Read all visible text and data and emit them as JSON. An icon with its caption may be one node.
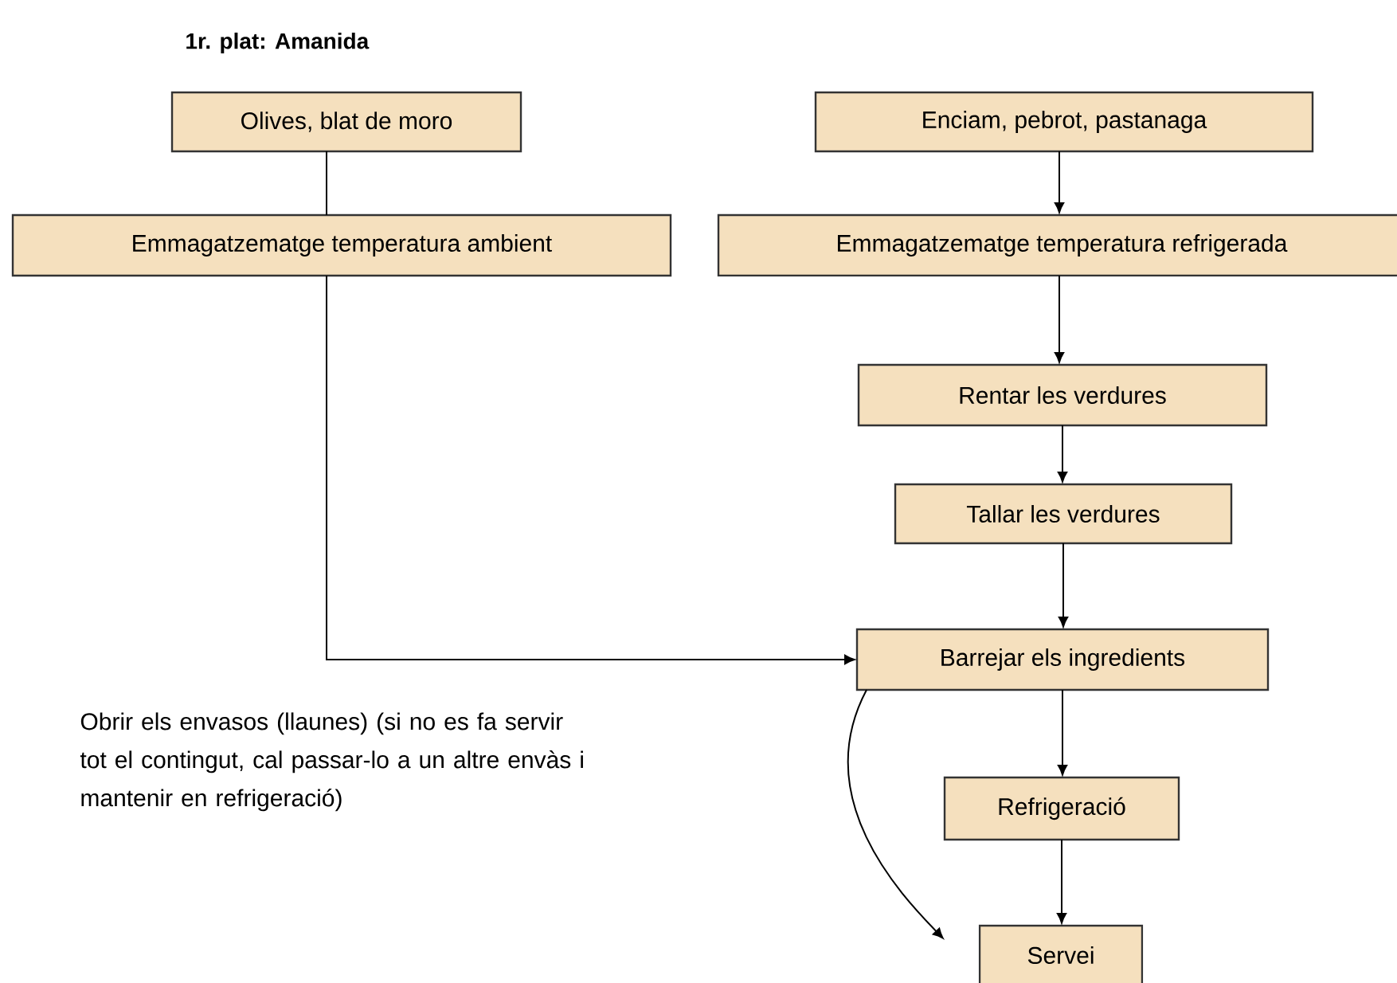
{
  "diagram": {
    "title": "1r. plat: Amanida",
    "nodes": [
      {
        "text": [
          "Olives, blat de moro"
        ]
      },
      {
        "text": [
          "Emmagatzematge temperatura ambient"
        ]
      },
      {
        "text": [
          "Enciam, pebrot, pastanaga"
        ]
      },
      {
        "text": [
          "Emmagatzematge temperatura refrigerada"
        ]
      },
      {
        "text": [
          "Rentar les verdures"
        ]
      },
      {
        "text": [
          "Tallar les verdures"
        ]
      },
      {
        "text": [
          "Barrejar els ingredients"
        ]
      },
      {
        "text": [
          "Refrigeració"
        ]
      },
      {
        "text": [
          "Servei"
        ]
      }
    ],
    "edges": [
      {
        "from": 0,
        "to": 1,
        "arrow": "none"
      },
      {
        "from": 1,
        "to": 6,
        "arrow": "to"
      },
      {
        "from": 2,
        "to": 3,
        "arrow": "to"
      },
      {
        "from": 3,
        "to": 4,
        "arrow": "to"
      },
      {
        "from": 4,
        "to": 5,
        "arrow": "to"
      },
      {
        "from": 5,
        "to": 6,
        "arrow": "to"
      },
      {
        "from": 6,
        "to": 7,
        "arrow": "to"
      },
      {
        "from": 7,
        "to": 8,
        "arrow": "to"
      },
      {
        "from": 6,
        "to": 8,
        "arrow": "to"
      }
    ],
    "labels": [
      "Obrir els envasos (llaunes) (si no es fa servir tot el contingut, cal passar-lo a un altre envàs i mantenir en refrigeració)"
    ]
  }
}
